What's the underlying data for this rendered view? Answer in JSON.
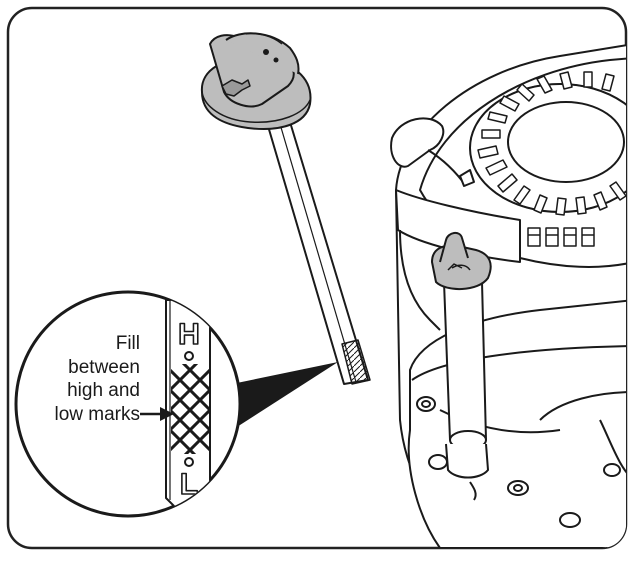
{
  "callout": {
    "lines": [
      "Fill",
      "between",
      "high and",
      "low marks"
    ]
  },
  "dipstick_marks": {
    "high": "H",
    "low": "L"
  },
  "colors": {
    "ink": "#1a1a1a",
    "cap_fill": "#bdbdbd",
    "cap_shade": "#9a9a9a",
    "frame": "#222222"
  }
}
